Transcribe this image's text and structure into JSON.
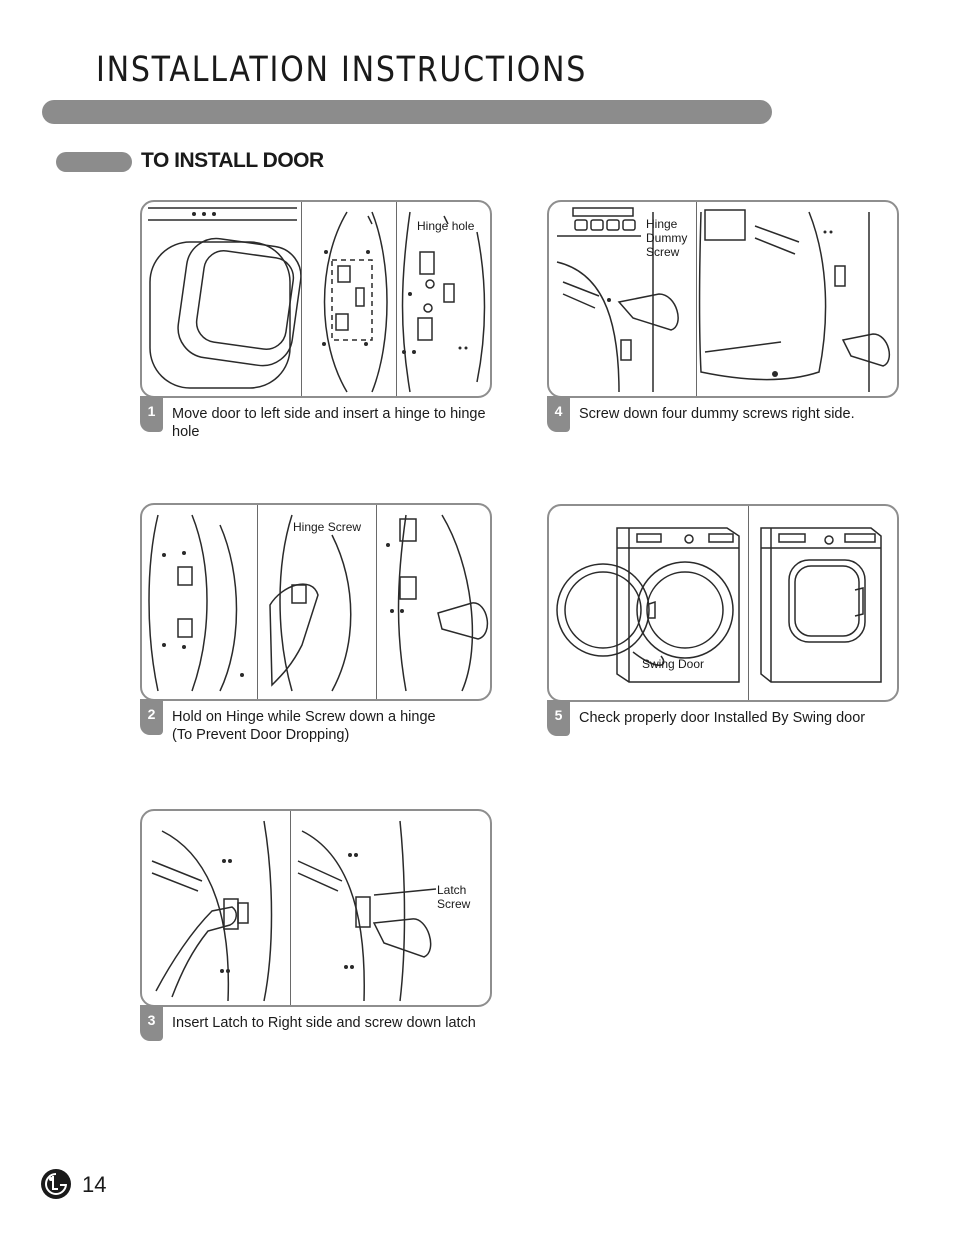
{
  "header": {
    "title": "INSTALLATION INSTRUCTIONS"
  },
  "section": {
    "title": "TO INSTALL DOOR"
  },
  "steps": [
    {
      "number": "1",
      "caption": "Move door to left side and insert a hinge to hinge hole",
      "labels": [
        "Hinge hole"
      ]
    },
    {
      "number": "2",
      "caption_line1": "Hold on Hinge while Screw down a hinge",
      "caption_line2": "(To Prevent Door Dropping)",
      "labels": [
        "Hinge Screw"
      ]
    },
    {
      "number": "3",
      "caption": "Insert Latch to Right side and screw down latch",
      "labels": [
        "Latch",
        "Screw"
      ]
    },
    {
      "number": "4",
      "caption": "Screw down four dummy screws right side.",
      "labels": [
        "Hinge",
        "Dummy",
        "Screw"
      ]
    },
    {
      "number": "5",
      "caption": "Check properly door Installed By Swing door",
      "labels": [
        "Swing Door"
      ]
    }
  ],
  "footer": {
    "page_number": "14",
    "logo_icon": "lg-logo-icon"
  }
}
